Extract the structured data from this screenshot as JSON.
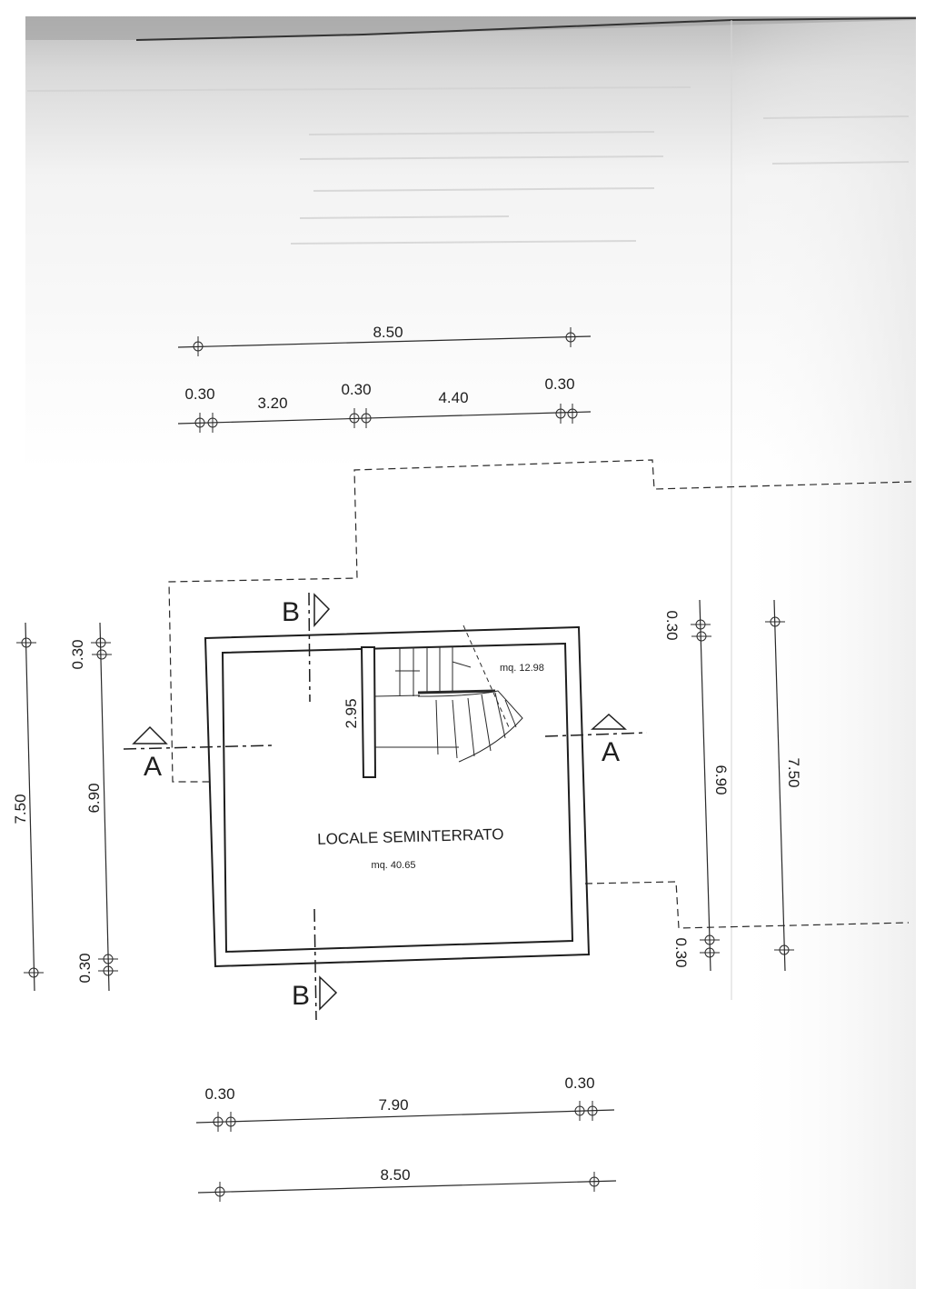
{
  "drawing": {
    "room_name": "LOCALE SEMINTERRATO",
    "room_area": "mq. 40.65",
    "stair_area": "mq. 12.98",
    "partition_length": "2.95",
    "section_a": "A",
    "section_b": "B"
  },
  "dimensions": {
    "top_total": "8.50",
    "top_wall_left": "0.30",
    "top_span_left": "3.20",
    "top_wall_mid": "0.30",
    "top_span_right": "4.40",
    "top_wall_right": "0.30",
    "bottom_wall_left": "0.30",
    "bottom_inner": "7.90",
    "bottom_wall_right": "0.30",
    "bottom_total": "8.50",
    "left_wall_top": "0.30",
    "left_inner": "6.90",
    "left_wall_bottom": "0.30",
    "left_total": "7.50",
    "right_wall_top": "0.30",
    "right_inner": "6.90",
    "right_wall_bottom": "0.30",
    "right_total": "7.50"
  }
}
